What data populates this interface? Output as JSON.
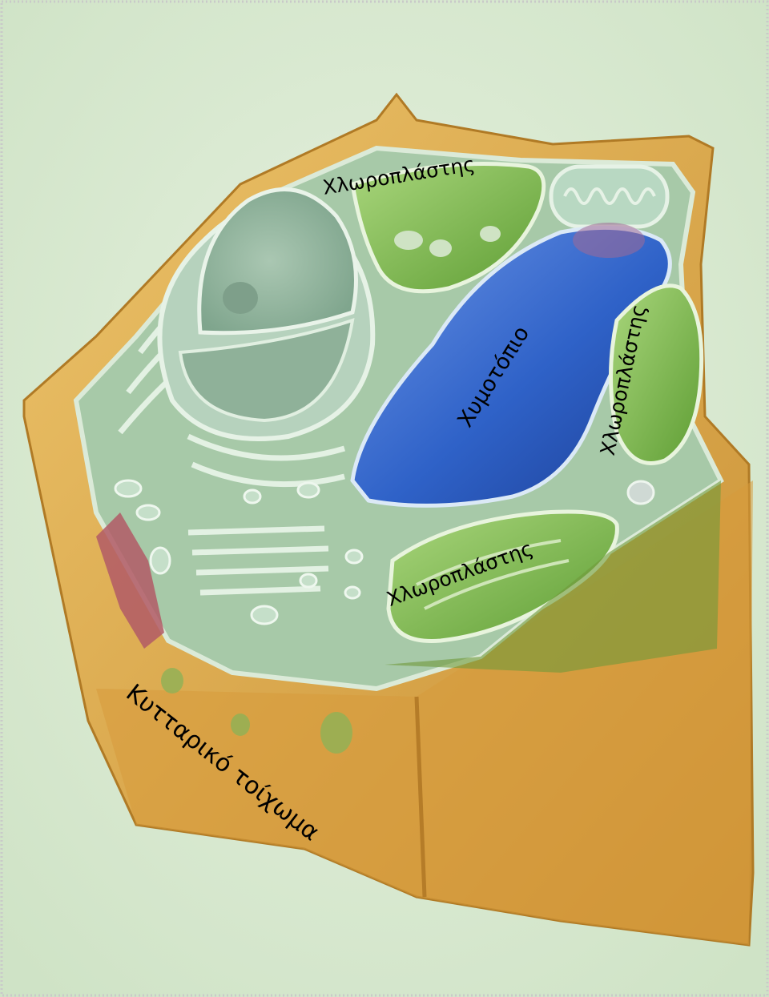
{
  "figure": {
    "subject": "plant-cell-3d-cutaway",
    "labels": {
      "chloroplast_top": "Χλωροπλάστης",
      "vacuole": "Χυμοτόπιο",
      "chloroplast_right": "Χλωροπλάστης",
      "chloroplast_bottom": "Χλωροπλάστης",
      "cell_wall": "Κυτταρικό τοίχωμα"
    },
    "colors": {
      "background": "#dcebd3",
      "cell_wall": "#d9a548",
      "cytoplasm": "#a7c9a8",
      "organelle_pale": "#b9d9c0",
      "nucleus": "#98b8a2",
      "vacuole": "#2f62c8",
      "chloroplast": "#7dbb48"
    }
  }
}
